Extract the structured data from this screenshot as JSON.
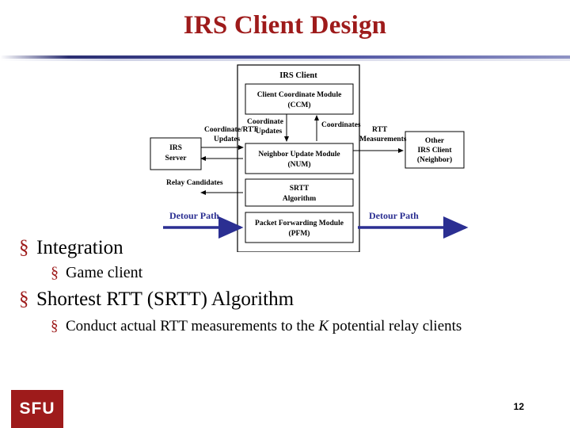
{
  "slide": {
    "title": "IRS Client Design",
    "page_number": "12",
    "logo_text": "SFU"
  },
  "diagram": {
    "outer_label": "IRS Client",
    "boxes": [
      {
        "line1": "Client Coordinate Module",
        "line2": "(CCM)"
      },
      {
        "line1": "Neighbor Update Module",
        "line2": "(NUM)"
      },
      {
        "line1": "SRTT",
        "line2": "Algorithm"
      },
      {
        "line1": "Packet Forwarding Module",
        "line2": "(PFM)"
      }
    ],
    "left_node": {
      "line1": "IRS",
      "line2": "Server"
    },
    "right_node": {
      "line1": "Other",
      "line2": "IRS Client",
      "line3": "(Neighbor)"
    },
    "labels": {
      "coordinate_rtt_updates_l1": "Coordinate/RTT",
      "coordinate_rtt_updates_l2": "Updates",
      "coordinate_updates_l1": "Coordinate",
      "coordinate_updates_l2": "Updates",
      "coordinates": "Coordinates",
      "rtt_measurements_l1": "RTT",
      "rtt_measurements_l2": "Measurements",
      "relay_candidates": "Relay Candidates",
      "detour_path_left": "Detour Path",
      "detour_path_right": "Detour Path"
    },
    "arrow_color": "#2b2f92"
  },
  "bullets": [
    {
      "level": 1,
      "marker": "§",
      "text": "Integration"
    },
    {
      "level": 2,
      "marker": "§",
      "text": "Game client"
    },
    {
      "level": 1,
      "marker": "§",
      "text": "Shortest RTT (SRTT) Algorithm"
    },
    {
      "level": 3,
      "marker": "§",
      "text_before": "Conduct actual RTT measurements to the ",
      "text_italic": "K",
      "text_after": " potential relay clients"
    }
  ],
  "colors": {
    "title": "#9e1b1b",
    "marker": "#9e1b1b",
    "rule": "#2b2f72",
    "diagram_arrow": "#2b2f92"
  }
}
